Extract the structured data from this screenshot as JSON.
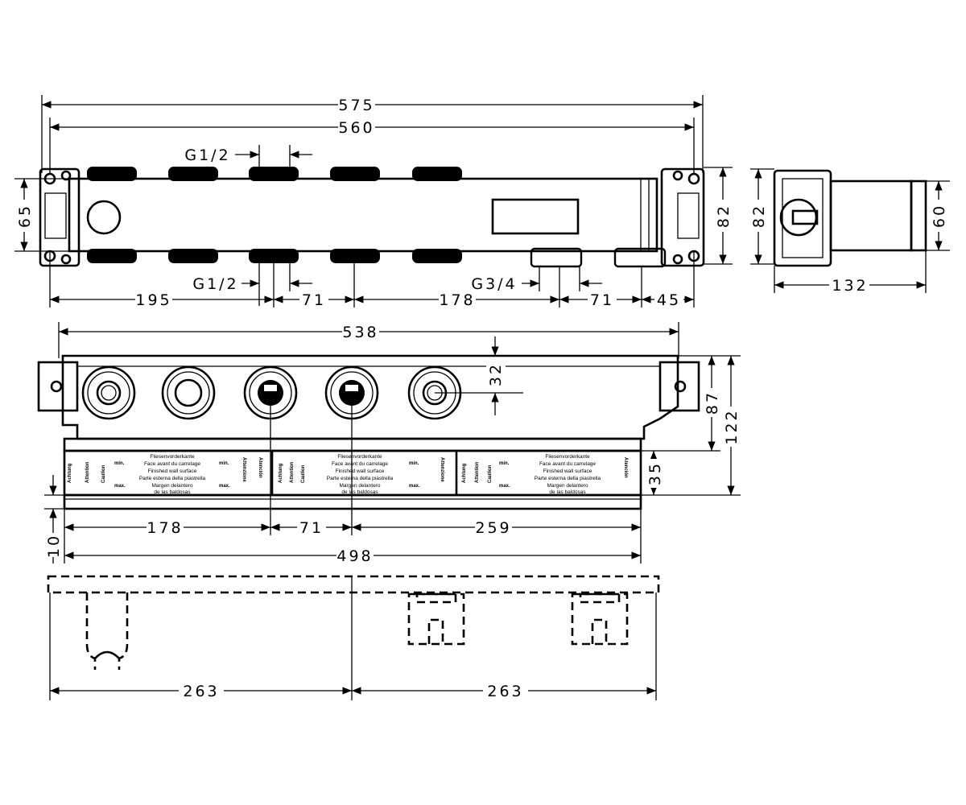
{
  "title": "Technical drawing – concealed thermostat base set",
  "top_view": {
    "overall_width": "575",
    "inner_width": "560",
    "thread_top": "G1/2",
    "thread_bottom": "G1/2",
    "thread_outlet": "G3/4",
    "height": "65",
    "height_total": "82",
    "spacing": [
      "195",
      "71",
      "178",
      "71",
      "45"
    ]
  },
  "side_view": {
    "height": "82",
    "pipe_height": "60",
    "depth": "132"
  },
  "front_view": {
    "width": "538",
    "outlet_offset": "32",
    "depth_87": "87",
    "depth_122": "122",
    "tile_range": "35",
    "min_offset": "10",
    "spacing": [
      "178",
      "71",
      "259"
    ],
    "strip_width": "498",
    "strip": {
      "de": "Fliesenvorderkante",
      "fr": "Face avant du carrelage",
      "en": "Finished wall surface",
      "it": "Parte esterna della piastrella",
      "es1": "Margen delantero",
      "es2": "de las baldosas",
      "min": "min.",
      "max": "max.",
      "warn_de": "Achtung",
      "warn_fr": "Attention",
      "warn_en": "Caution",
      "warn_it": "Attenzione",
      "warn_es": "Atención"
    }
  },
  "bottom_view": {
    "spacing": [
      "263",
      "263"
    ]
  }
}
